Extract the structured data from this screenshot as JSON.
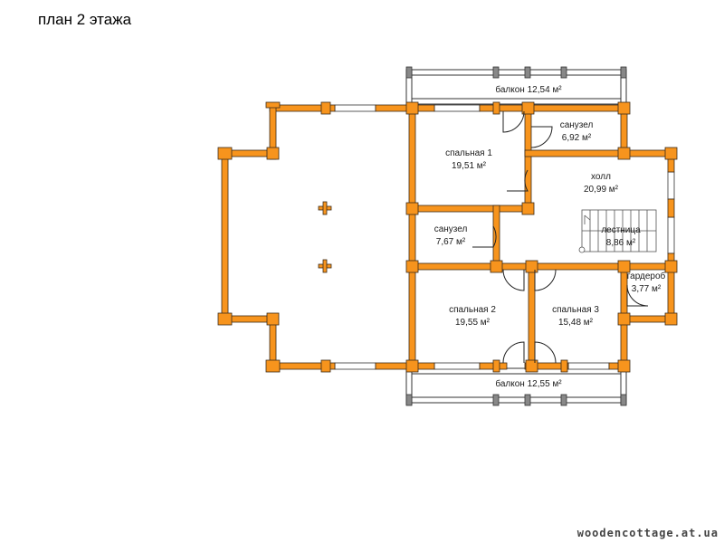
{
  "title": "план 2 этажа",
  "colors": {
    "wall": "#f7941d",
    "wall_outline": "#3a2a1a",
    "balcony": "#ffffff",
    "line": "#222222"
  },
  "rooms": {
    "balcony_top": {
      "name": "балкон 12,54 м²"
    },
    "bath_1": {
      "name": "санузел",
      "area": "6,92 м²"
    },
    "bedroom_1": {
      "name": "спальная 1",
      "area": "19,51 м²"
    },
    "hall": {
      "name": "холл",
      "area": "20,99 м²"
    },
    "bath_2": {
      "name": "санузел",
      "area": "7,67 м²"
    },
    "stairs": {
      "name": "лестница",
      "area": "8,86 м²"
    },
    "wardrobe": {
      "name": "гардероб",
      "area": "3,77 м²"
    },
    "bedroom_2": {
      "name": "спальная 2",
      "area": "19,55 м²"
    },
    "bedroom_3": {
      "name": "спальная 3",
      "area": "15,48 м²"
    },
    "balcony_bottom": {
      "name": "балкон 12,55 м²"
    }
  },
  "watermark": "woodencottage.at.ua"
}
